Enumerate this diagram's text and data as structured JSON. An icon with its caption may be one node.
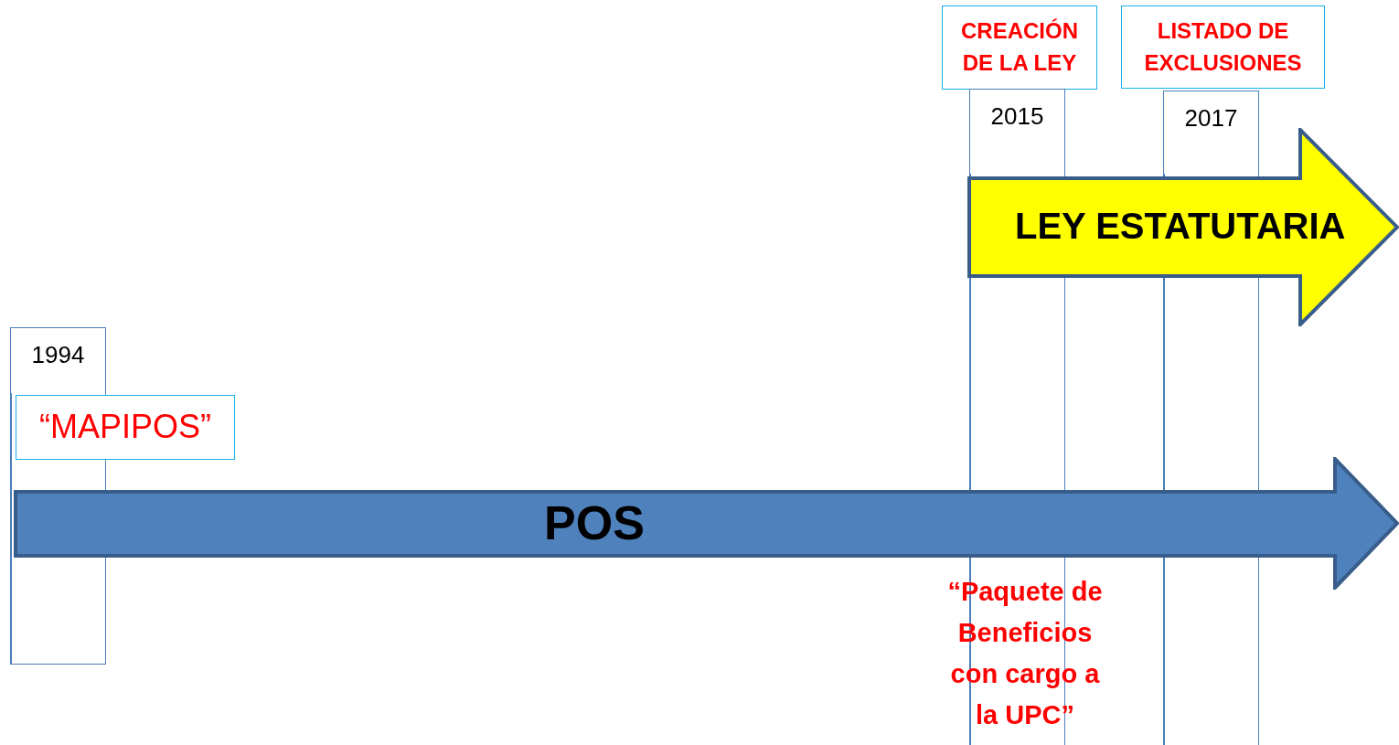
{
  "diagram": {
    "nodes": [
      {
        "text": [
          "CREACIÓN DE LA LEY"
        ]
      },
      {
        "text": [
          "LISTADO DE EXCLUSIONES"
        ]
      },
      {
        "text": [
          "2015"
        ]
      },
      {
        "text": [
          "2017"
        ]
      },
      {
        "text": [
          "LEY ESTATUTARIA"
        ]
      },
      {
        "text": [
          "1994"
        ]
      },
      {
        "text": [
          "“MAPIPOS”"
        ]
      },
      {
        "text": [
          "POS"
        ]
      }
    ],
    "edges": [],
    "labels": [
      "“Paquete de Beneficios con cargo a la UPC”"
    ]
  }
}
